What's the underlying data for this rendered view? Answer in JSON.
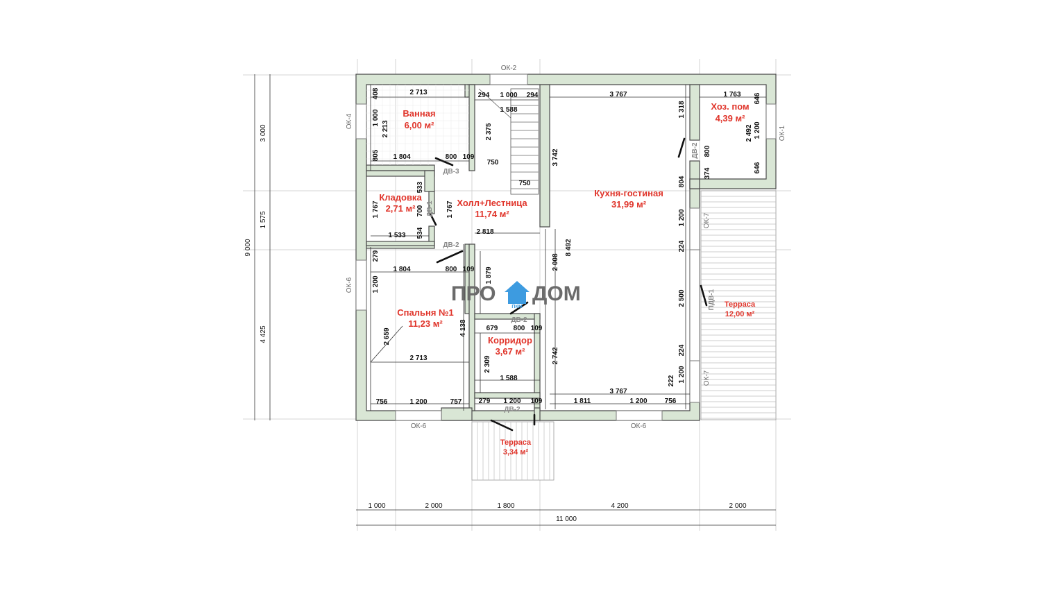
{
  "rooms": {
    "bath": {
      "name": "Ванная",
      "area": "6,00 м²"
    },
    "storage": {
      "name": "Кладовка",
      "area": "2,71 м²"
    },
    "hall": {
      "name": "Холл+Лестница",
      "area": "11,74 м²"
    },
    "bedroom": {
      "name": "Спальня №1",
      "area": "11,23 м²"
    },
    "corridor": {
      "name": "Корридор",
      "area": "3,67 м²"
    },
    "kitchen": {
      "name": "Кухня-гостиная",
      "area": "31,99 м²"
    },
    "utility": {
      "name": "Хоз. пом",
      "area": "4,39 м²"
    },
    "terrace_right": {
      "name": "Терраса",
      "area": "12,00 м²"
    },
    "terrace_front": {
      "name": "Терраса",
      "area": "3,34 м²"
    }
  },
  "windows": {
    "ok2": "ОК-2",
    "ok4": "ОК-4",
    "ok6_left": "ОК-6",
    "ok6_bottom_left": "ОК-6",
    "ok6_bottom_right": "ОК-6",
    "ok1": "ОК-1",
    "ok7_top": "ОК-7",
    "ok7_bottom": "ОК-7"
  },
  "doors": {
    "dv3": "ДВ-3",
    "dv1": "ДВ-1",
    "dv2_storage": "ДВ-2",
    "dv2_corr": "ДВ-2",
    "dv2_front": "ДВ-2",
    "dv2_util": "ДВ-2",
    "pdv1": "ПДВ-1"
  },
  "logo": {
    "left": "ПРО",
    "right": "ДОМ",
    "badge": "ПКМ"
  },
  "dims": {
    "bottom": [
      "1 000",
      "2 000",
      "1 800",
      "4 200",
      "2 000"
    ],
    "bottom_total": "11 000",
    "left": [
      "3 000",
      "1 575",
      "4 425"
    ],
    "left_total": "9 000",
    "interior": {
      "bath_w": "2 713",
      "bath_top": "408",
      "bath_win": "1 000",
      "bath_h": "2 213",
      "bath_bot": "805",
      "bath_b": "1 804",
      "bath_door": "800",
      "bath_door_r": "109",
      "hall_294a": "294",
      "hall_1000": "1 000",
      "hall_294b": "294",
      "stair_1588": "1 588",
      "stair_2375": "2 375",
      "stair_750a": "750",
      "stair_750b": "750",
      "wall_3742": "3 742",
      "kitchen_w": "3 767",
      "util_w": "1 763",
      "util_1318": "1 318",
      "util_646a": "646",
      "util_1200": "1 200",
      "util_2492": "2 492",
      "util_646b": "646",
      "util_800": "800",
      "util_804": "804",
      "util_374": "374",
      "stor_533": "533",
      "stor_700": "700",
      "stor_1767a": "1 767",
      "stor_534": "534",
      "stor_1533": "1 533",
      "hall_1767": "1 767",
      "hall_2818": "2 818",
      "bed_279": "279",
      "bed_1804": "1 804",
      "bed_800": "800",
      "bed_109": "109",
      "bed_1200": "1 200",
      "bed_2659": "2 659",
      "bed_4138": "4 138",
      "bed_2713": "2 713",
      "bed_756": "756",
      "bed_1200b": "1 200",
      "bed_757": "757",
      "corr_1879": "1 879",
      "corr_679": "679",
      "corr_800": "800",
      "corr_109": "109",
      "corr_2309": "2 309",
      "corr_1588": "1 588",
      "front_279": "279",
      "front_1200": "1 200",
      "front_109": "109",
      "k_2008": "2 008",
      "k_8492": "8 492",
      "k_2742": "2 742",
      "k_1200a": "1 200",
      "k_224a": "224",
      "k_2500": "2 500",
      "k_224b": "224",
      "k_1200b": "1 200",
      "k_222": "222",
      "k_3767b": "3 767",
      "k_1811": "1 811",
      "k_1200c": "1 200",
      "k_756": "756"
    }
  }
}
